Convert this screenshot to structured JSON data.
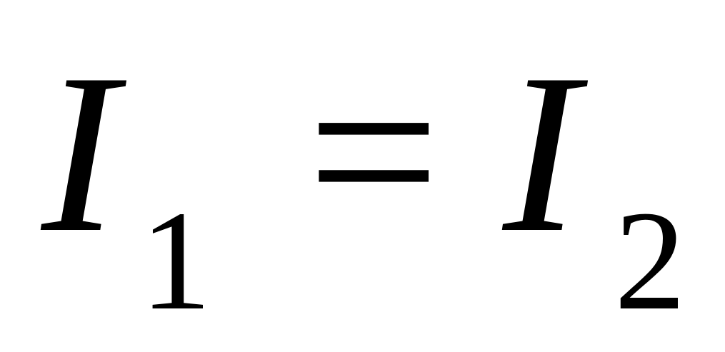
{
  "equation": {
    "lhs_symbol": "I",
    "lhs_subscript": "1",
    "operator": "=",
    "rhs_symbol": "I",
    "rhs_subscript": "2"
  }
}
